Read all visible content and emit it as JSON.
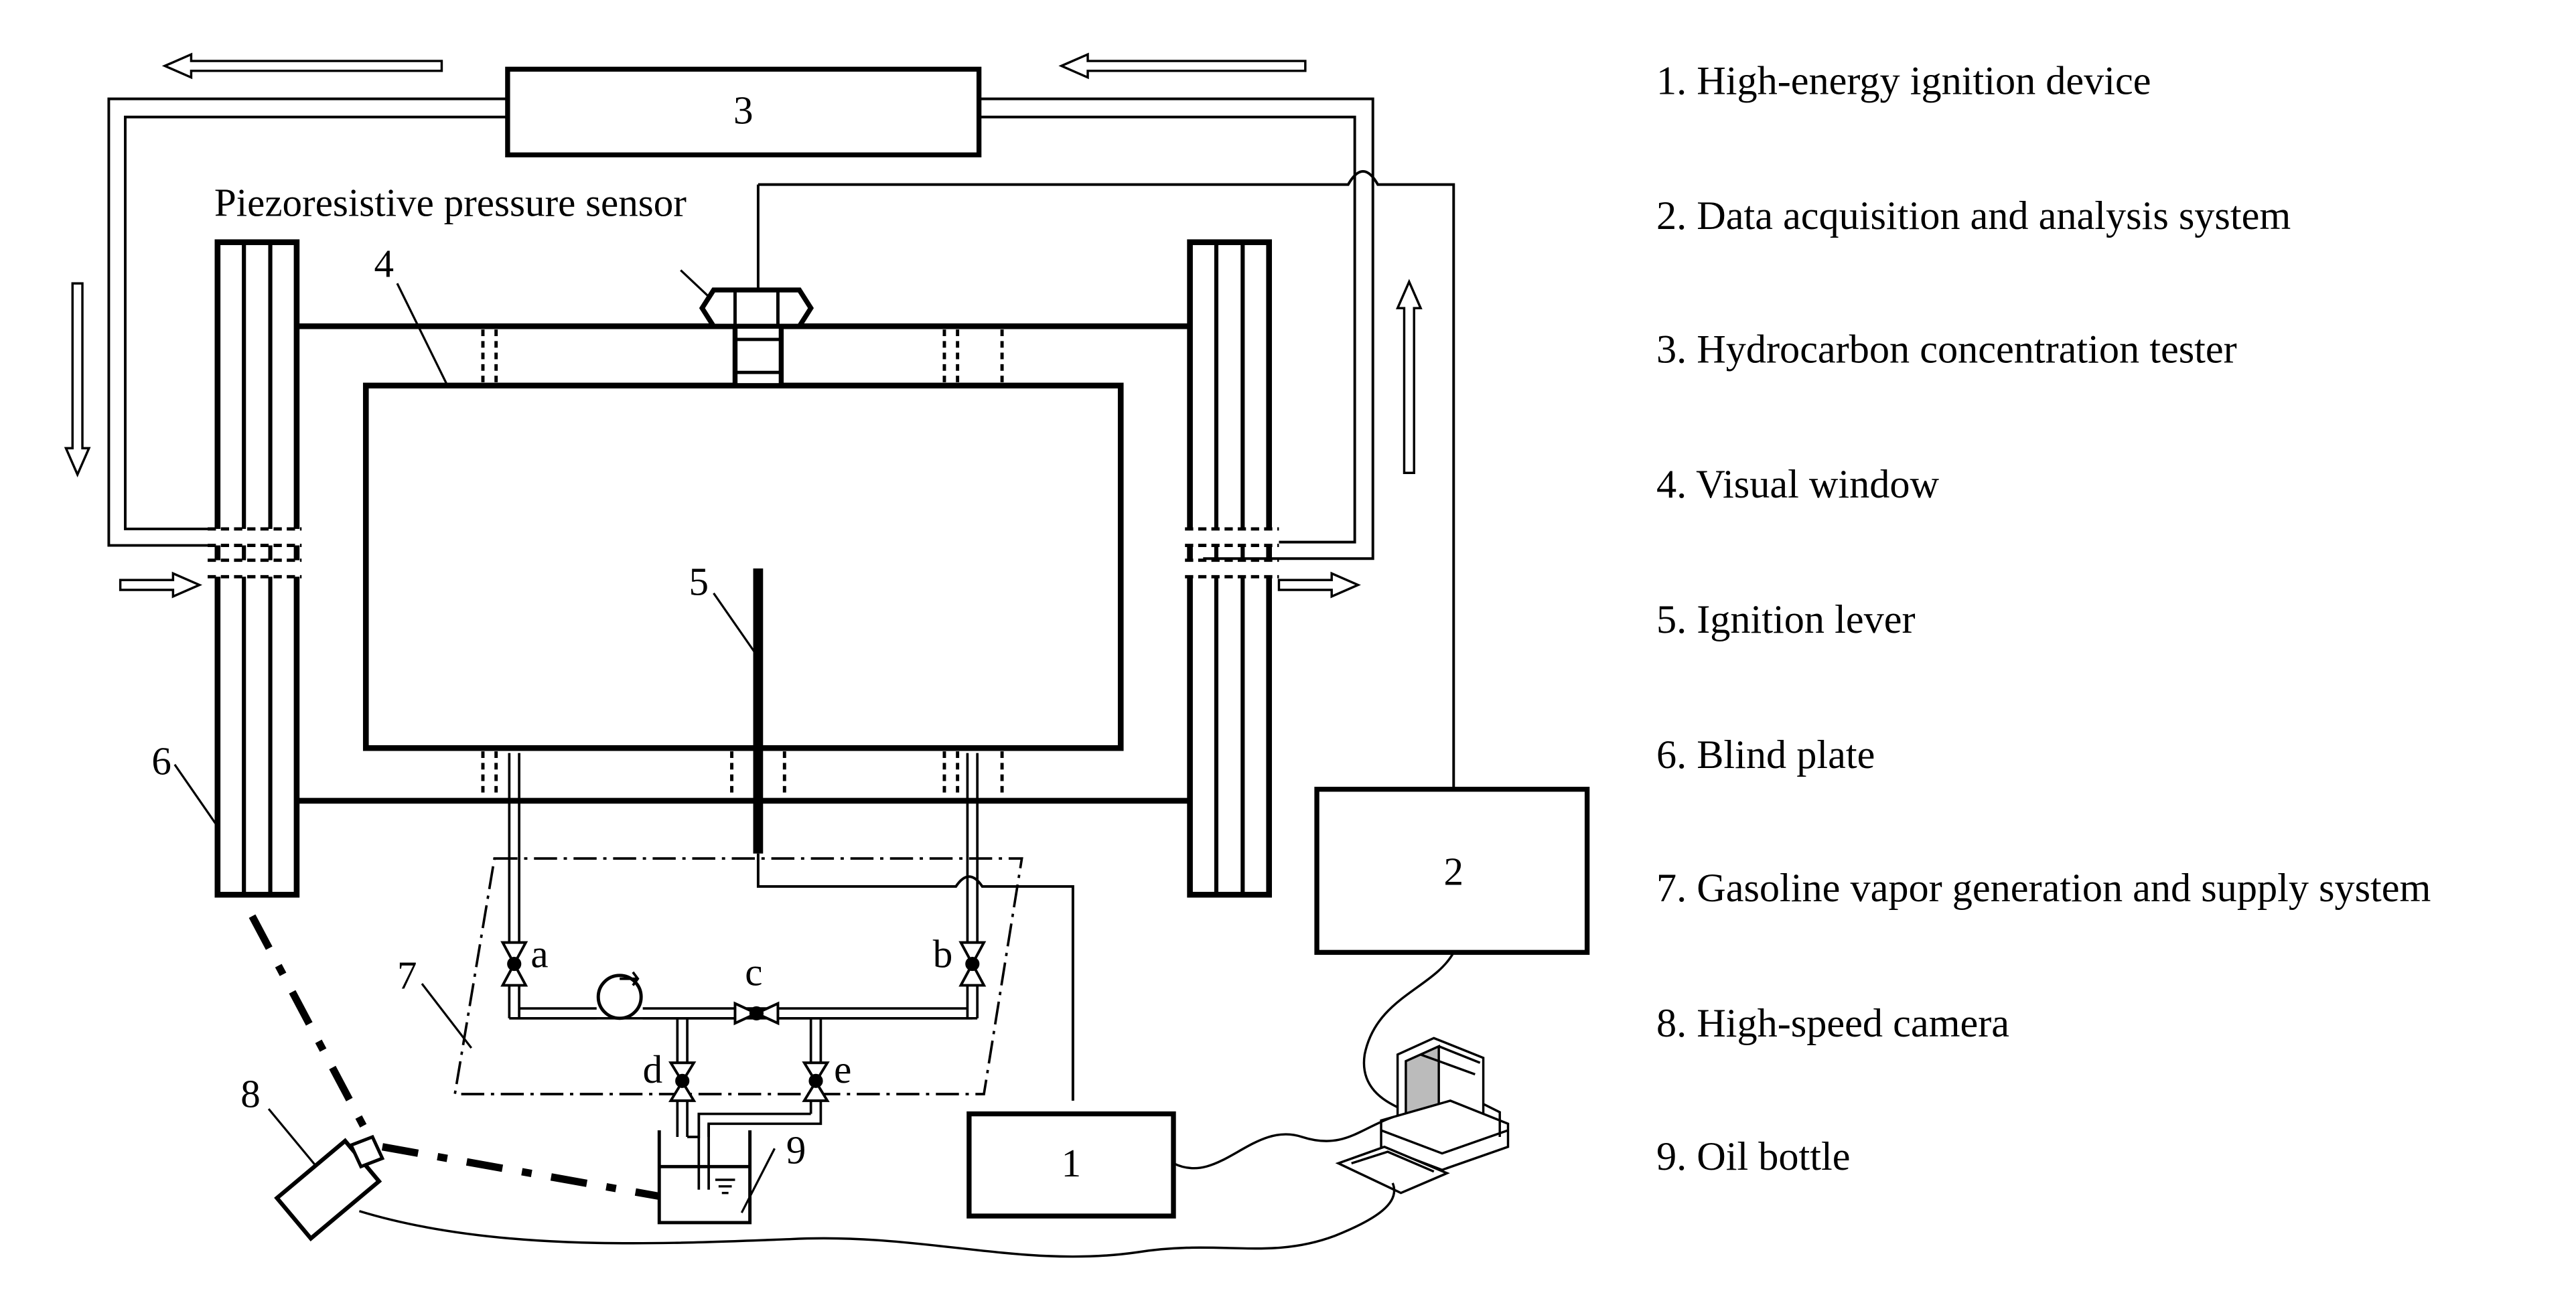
{
  "diagram": {
    "labels": {
      "sensor": "Piezoresistive pressure sensor",
      "n1": "1",
      "n2": "2",
      "n3": "3",
      "n4": "4",
      "n5": "5",
      "n6": "6",
      "n7": "7",
      "n8": "8",
      "n9": "9",
      "valve_a": "a",
      "valve_b": "b",
      "valve_c": "c",
      "valve_d": "d",
      "valve_e": "e"
    },
    "legend": [
      "1. High-energy ignition device",
      "2. Data acquisition and analysis system",
      "3. Hydrocarbon concentration tester",
      "4. Visual window",
      "5. Ignition lever",
      "6. Blind plate",
      "7. Gasoline vapor generation and supply system",
      "8. High-speed camera",
      "9. Oil bottle"
    ]
  }
}
